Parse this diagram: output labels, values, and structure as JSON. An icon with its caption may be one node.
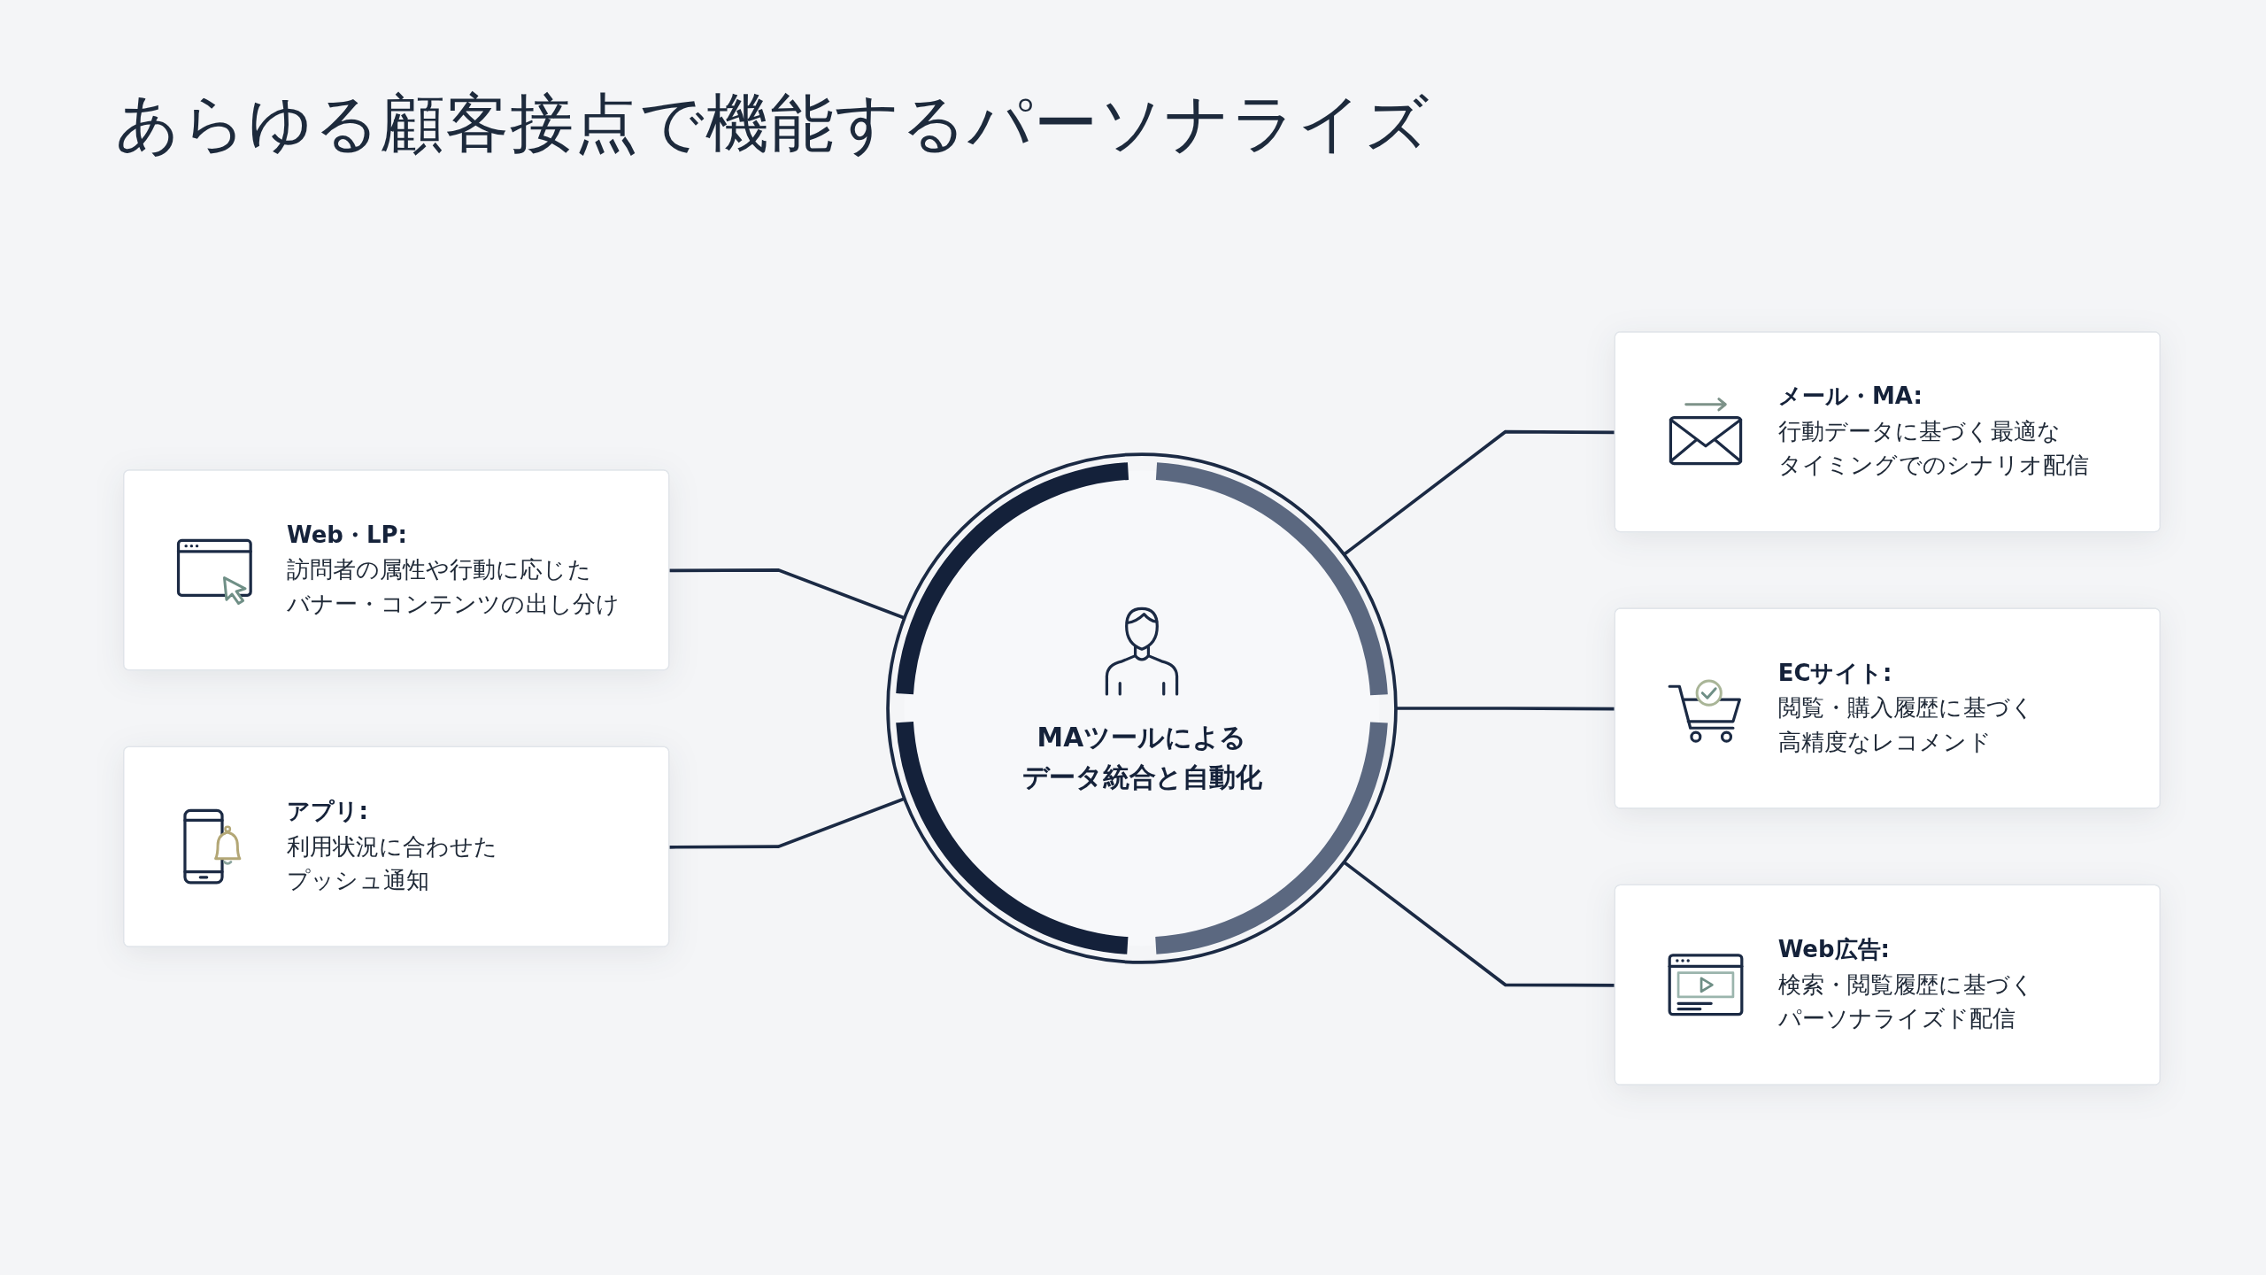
{
  "diagram": {
    "title": "あらゆる顧客接点で機能するパーソナライズ",
    "nodes": [
      {
        "text": [
          "Web・LP:",
          "訪問者の属性や行動に応じたバナー・コンテンツの出し分け"
        ]
      },
      {
        "text": [
          "メール・MA:",
          "行動データに基づく最適なタイミングでのシナリオ配信"
        ]
      },
      {
        "text": [
          "MAツールによるデータ統合と自動化"
        ]
      },
      {
        "text": [
          "ECサイト:",
          "閲覧・購入履歴に基づく高精度なレコメンド"
        ]
      },
      {
        "text": [
          "アプリ:",
          "利用状況に合わせたプッシュ通知"
        ]
      },
      {
        "text": [
          "Web広告:",
          "検索・閲覧履歴に基づくパーソナライズド配信"
        ]
      }
    ],
    "edges": [
      {
        "from": 0,
        "to": 2,
        "arrow": "none"
      },
      {
        "from": 2,
        "to": 1,
        "arrow": "none"
      },
      {
        "from": 2,
        "to": 3,
        "arrow": "none"
      },
      {
        "from": 4,
        "to": 2,
        "arrow": "none"
      },
      {
        "from": 2,
        "to": 5,
        "arrow": "none"
      }
    ]
  }
}
